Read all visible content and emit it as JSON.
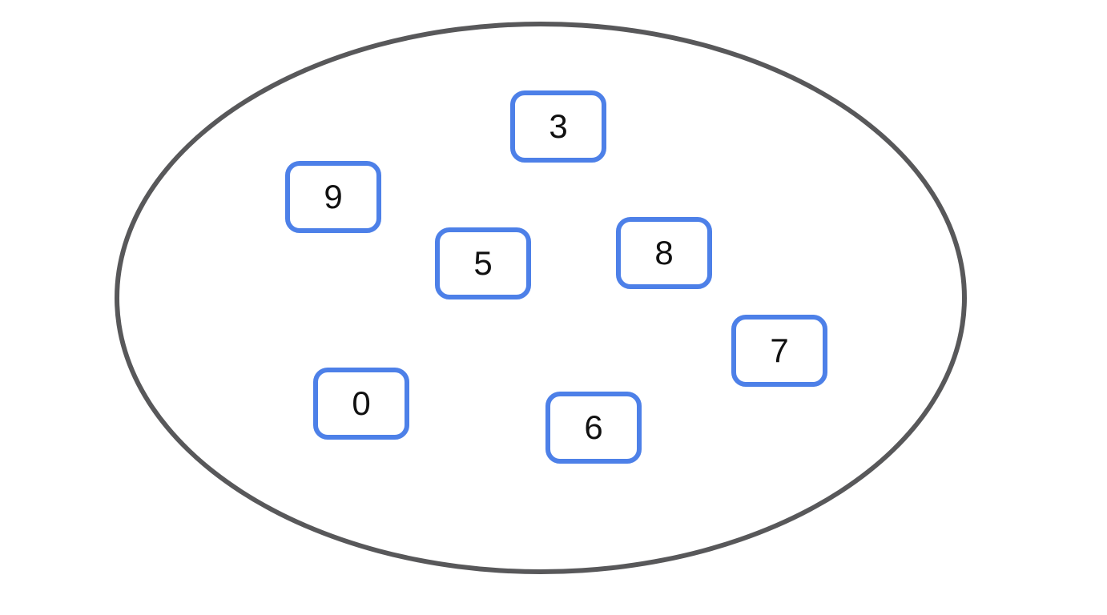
{
  "set_diagram": {
    "background_color": "#ffffff",
    "ellipse_stroke_color": "#58585a",
    "card_border_color": "#4d80e8",
    "card_text_color": "#111111",
    "cards": [
      {
        "label": "3"
      },
      {
        "label": "9"
      },
      {
        "label": "5"
      },
      {
        "label": "8"
      },
      {
        "label": "7"
      },
      {
        "label": "0"
      },
      {
        "label": "6"
      }
    ]
  }
}
